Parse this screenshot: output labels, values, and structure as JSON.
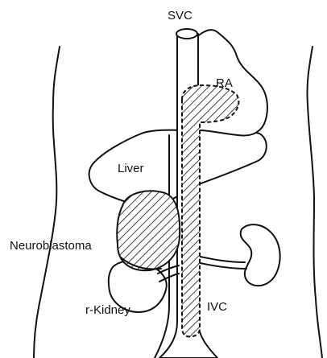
{
  "labels": {
    "svc": "SVC",
    "ra": "RA",
    "liver": "Liver",
    "neuroblastoma": "Neuroblastoma",
    "r_kidney": "r-Kidney",
    "ivc": "IVC"
  },
  "colors": {
    "ink": "#111111",
    "background": "#ffffff"
  }
}
